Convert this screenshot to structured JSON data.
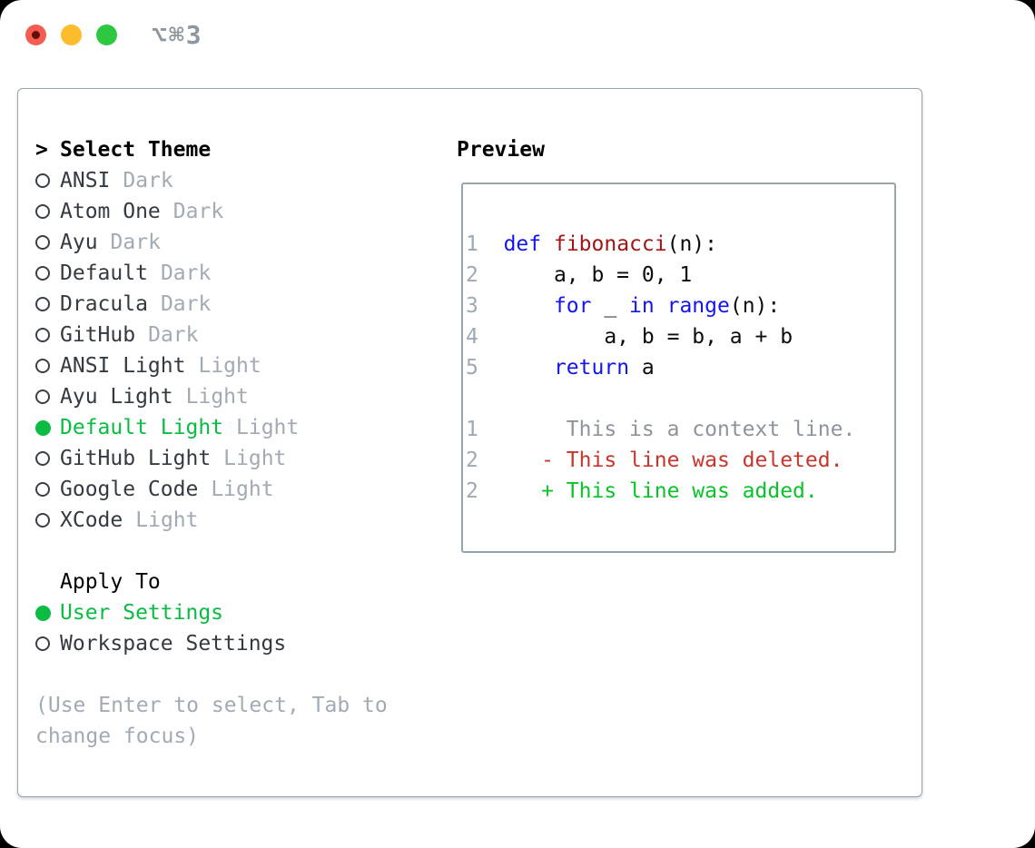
{
  "window": {
    "traffic_lights": [
      "close",
      "minimize",
      "zoom"
    ],
    "shortcut": "⌥⌘3"
  },
  "colors": {
    "selection_green": "#0abc41",
    "panel_border": "#9aa2ac",
    "theme_name": "#343a41",
    "muted_tag": "#a2aab4",
    "traffic_red": "#f45c51",
    "traffic_yellow": "#fcbc2c",
    "traffic_green": "#2bc840"
  },
  "theme_panel": {
    "title_prefix": ">",
    "title": "Select Theme",
    "themes": [
      {
        "name": "ANSI",
        "tag": "Dark",
        "selected": false
      },
      {
        "name": "Atom One",
        "tag": "Dark",
        "selected": false
      },
      {
        "name": "Ayu",
        "tag": "Dark",
        "selected": false
      },
      {
        "name": "Default",
        "tag": "Dark",
        "selected": false
      },
      {
        "name": "Dracula",
        "tag": "Dark",
        "selected": false
      },
      {
        "name": "GitHub",
        "tag": "Dark",
        "selected": false
      },
      {
        "name": "ANSI Light",
        "tag": "Light",
        "selected": false
      },
      {
        "name": "Ayu Light",
        "tag": "Light",
        "selected": false
      },
      {
        "name": "Default Light",
        "tag": "Light",
        "selected": true
      },
      {
        "name": "GitHub Light",
        "tag": "Light",
        "selected": false
      },
      {
        "name": "Google Code",
        "tag": "Light",
        "selected": false
      },
      {
        "name": "XCode",
        "tag": "Light",
        "selected": false
      }
    ],
    "apply_title": "Apply To",
    "apply_options": [
      {
        "label": "User Settings",
        "selected": true
      },
      {
        "label": "Workspace Settings",
        "selected": false
      }
    ],
    "hint": "(Use Enter to select, Tab to change focus)"
  },
  "preview": {
    "title": "Preview",
    "token_colors": {
      "plain": "#0c0c0c",
      "kw": "#1414f0",
      "fn": "#a31515",
      "num": "#9fa9b3",
      "ctx": "#8d949c",
      "del": "#c8352a",
      "add": "#08c32a"
    },
    "lines": [
      {
        "num": "1",
        "segs": [
          [
            "  ",
            "plain"
          ],
          [
            "def",
            "kw"
          ],
          [
            " ",
            "plain"
          ],
          [
            "fibonacci",
            "fn"
          ],
          [
            "(n):",
            "plain"
          ]
        ]
      },
      {
        "num": "2",
        "segs": [
          [
            "      a, b = 0, 1",
            "plain"
          ]
        ]
      },
      {
        "num": "3",
        "segs": [
          [
            "      ",
            "plain"
          ],
          [
            "for",
            "kw"
          ],
          [
            " _ ",
            "plain"
          ],
          [
            "in",
            "kw"
          ],
          [
            " ",
            "plain"
          ],
          [
            "range",
            "kw"
          ],
          [
            "(n):",
            "plain"
          ]
        ]
      },
      {
        "num": "4",
        "segs": [
          [
            "          a, b = b, a + b",
            "plain"
          ]
        ]
      },
      {
        "num": "5",
        "segs": [
          [
            "      ",
            "plain"
          ],
          [
            "return",
            "kw"
          ],
          [
            " a",
            "plain"
          ]
        ]
      },
      {
        "num": "",
        "segs": []
      },
      {
        "num": "1",
        "segs": [
          [
            "       This is a context line.",
            "ctx"
          ]
        ]
      },
      {
        "num": "2",
        "segs": [
          [
            "     - This line was deleted.",
            "del"
          ]
        ]
      },
      {
        "num": "2",
        "segs": [
          [
            "     + This line was added.",
            "add"
          ]
        ]
      }
    ]
  }
}
